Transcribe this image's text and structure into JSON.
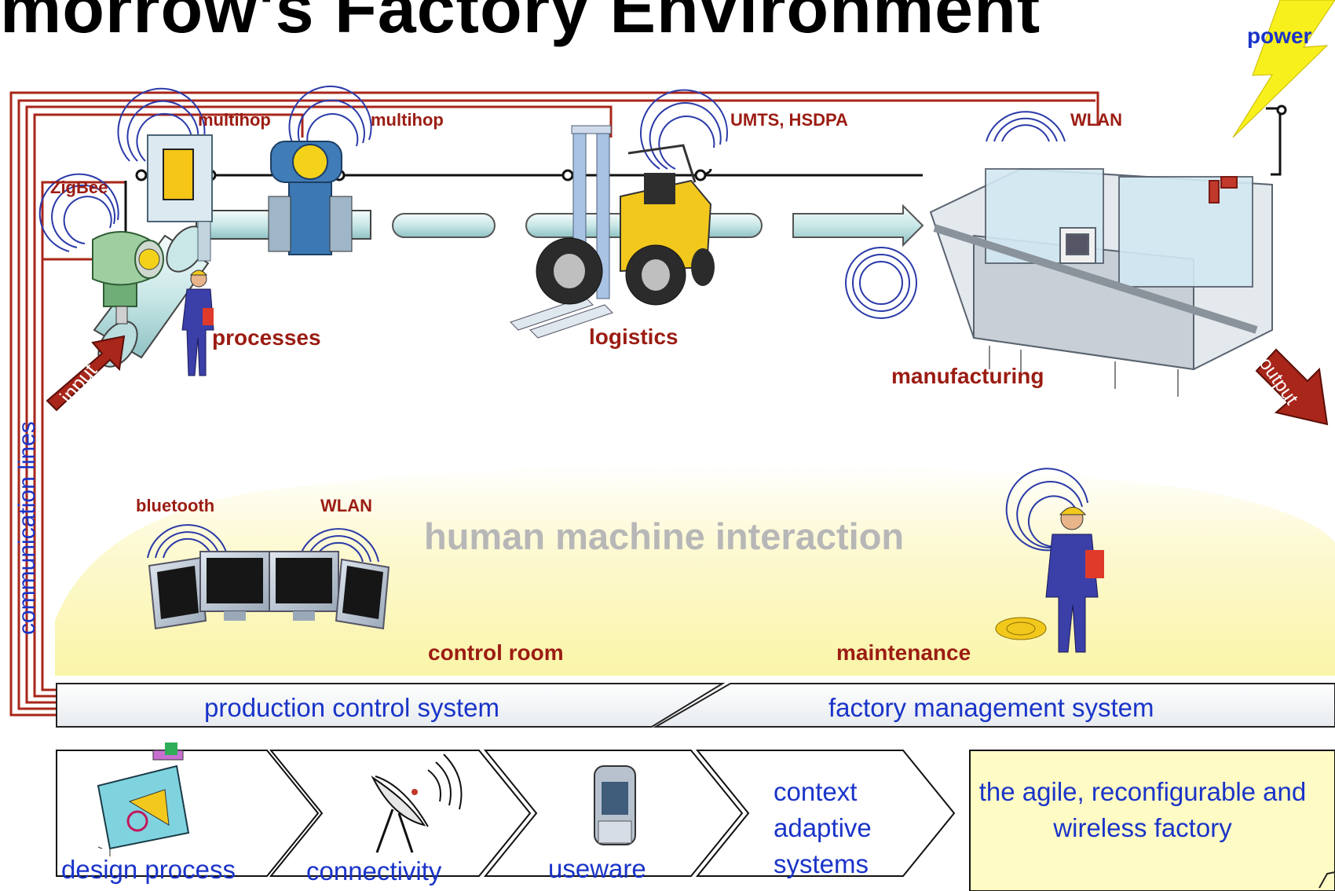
{
  "title": "morrow's Factory Environment",
  "power_label": "power",
  "areas": {
    "processes": "processes",
    "logistics": "logistics",
    "manufacturing": "manufacturing",
    "control_room": "control room",
    "maintenance": "maintenance",
    "hmi": "human machine interaction"
  },
  "wireless": {
    "multihop_1": "multihop",
    "multihop_2": "multihop",
    "zigbee": "ZigBee",
    "umts": "UMTS, HSDPA",
    "wlan_top": "WLAN",
    "bluetooth": "bluetooth",
    "wlan_bottom": "WLAN"
  },
  "arrows": {
    "input": "input",
    "output": "output"
  },
  "communication_lines": "communication lines",
  "systems": {
    "production": "production control system",
    "factory": "factory management system"
  },
  "steps": [
    {
      "label": "design process"
    },
    {
      "label": "connectivity"
    },
    {
      "label": "useware"
    },
    {
      "label": "context adaptive systems"
    }
  ],
  "goal": "the agile, reconfigurable and wireless factory",
  "colors": {
    "label_red": "#9b1c13",
    "label_blue": "#1a34c8",
    "line_red": "#a8261a",
    "wave_blue": "#2a3aa8",
    "hmi_yellow": "#fbf6b4",
    "goal_yellow": "#fefbc4",
    "lightning": "#f7f01c"
  },
  "icons": [
    "zigbee-sensor-icon",
    "transmitter-box-icon",
    "flow-meter-icon",
    "forklift-icon",
    "filling-machine-icon",
    "worker-icon",
    "monitor-icon",
    "satellite-dish-icon",
    "phone-icon",
    "design-icon",
    "lightning-icon"
  ]
}
